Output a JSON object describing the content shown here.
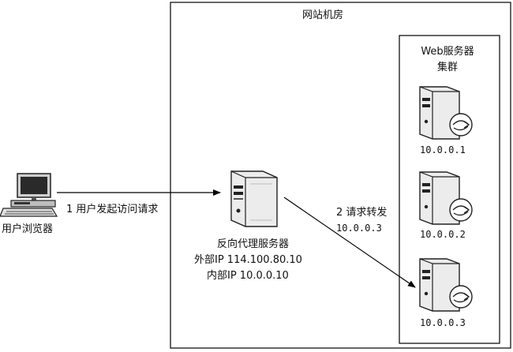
{
  "datacenter": {
    "title": "网站机房"
  },
  "cluster": {
    "title_line1": "Web服务器",
    "title_line2": "集群"
  },
  "servers": [
    {
      "ip": "10.0.0.1"
    },
    {
      "ip": "10.0.0.2"
    },
    {
      "ip": "10.0.0.3"
    }
  ],
  "client": {
    "label": "用户浏览器"
  },
  "proxy": {
    "label": "反向代理服务器",
    "external_ip": "外部IP  114.100.80.10",
    "internal_ip": "内部IP  10.0.0.10"
  },
  "edges": {
    "request": "1 用户发起访问请求",
    "forward": "2 请求转发",
    "forward_ip": "10.0.0.3"
  }
}
